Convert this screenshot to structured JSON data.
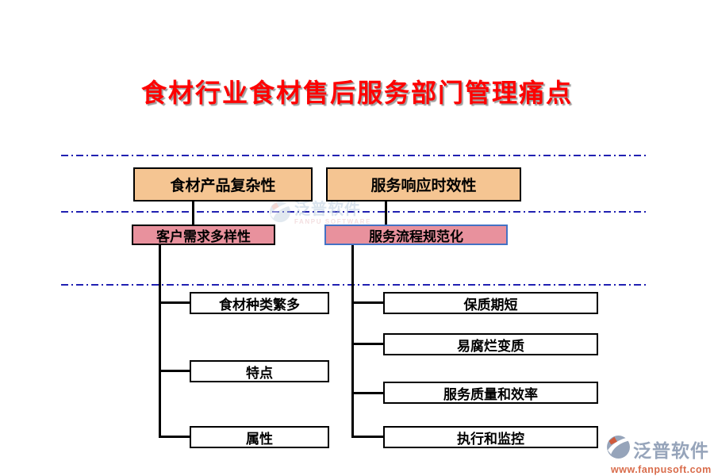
{
  "title": "食材行业食材售后服务部门管理痛点",
  "tree": {
    "left": {
      "root": "食材产品复杂性",
      "sub": "客户需求多样性",
      "leaves": [
        "食材种类繁多",
        "特点",
        "属性"
      ]
    },
    "right": {
      "root": "服务响应时效性",
      "sub": "服务流程规范化",
      "leaves": [
        "保质期短",
        "易腐烂变质",
        "服务质量和效率",
        "执行和监控"
      ]
    }
  },
  "watermark": {
    "brand": "泛普软件",
    "brand_en": "FANPU SOFTWARE"
  },
  "footer_logo": {
    "brand": "泛普软件",
    "website": "www.fanpusoft.com"
  },
  "colors": {
    "title_red": "#FE0000",
    "root_fill": "#F5C592",
    "sub_fill": "#E8919D",
    "sub_right_border": "#4472C4",
    "divider_blue": "#2121B2",
    "connector_black": "#000000",
    "brand_gray": "#96A4BA",
    "brand_orange": "#D96C4B"
  }
}
